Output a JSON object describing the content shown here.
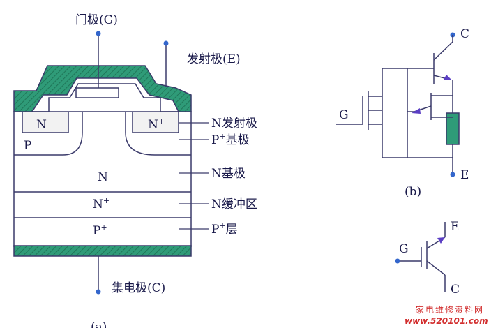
{
  "igbt_structure": {
    "gate_label": "门极(G)",
    "emitter_label": "发射极(E)",
    "collector_label": "集电极(C)",
    "n_plus_region_left": "N",
    "n_plus_region_right": "N",
    "plus_sign": "+",
    "p_region": "P",
    "n_base_region": "N",
    "n_buffer_region": "N",
    "p_layer_region": "P",
    "callout_n_emitter": "N发射极",
    "callout_p_base_prefix": "P",
    "callout_p_base_suffix": "基极",
    "callout_n_base": "N基极",
    "callout_n_buffer": "N缓冲区",
    "callout_p_layer_prefix": "P",
    "callout_p_layer_suffix": "层",
    "caption": "(a)"
  },
  "equivalent_circuit": {
    "collector": "C",
    "gate": "G",
    "emitter": "E",
    "caption": "(b)"
  },
  "symbol": {
    "emitter": "E",
    "gate": "G",
    "collector": "C"
  },
  "watermark": {
    "site_name": "家电维修资料网",
    "url": "www.520101.com"
  },
  "colors": {
    "line": "#3a3a6a",
    "metal_green": "#2f9b78",
    "n_plus_fill": "#f2f2f2",
    "resistor_green": "#2f9b78",
    "arrow_purple": "#5b3fc4",
    "terminal_blue": "#3366cc",
    "watermark_red": "#d22f2f"
  }
}
